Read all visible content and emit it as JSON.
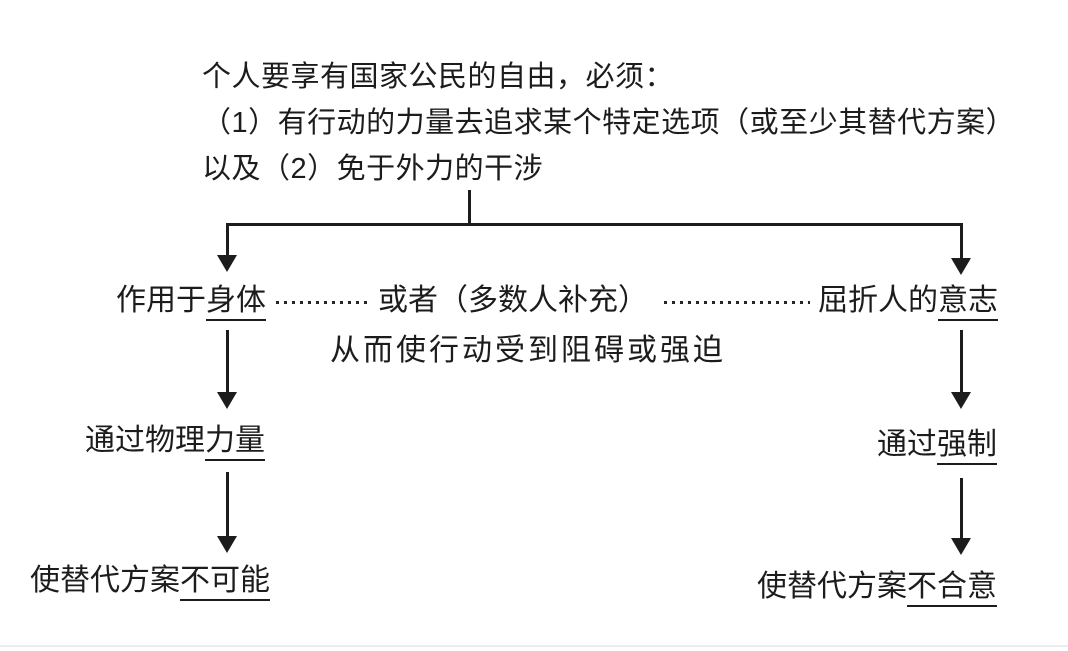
{
  "diagram": {
    "premise_lines": [
      "个人要享有国家公民的自由，必须：",
      "（1）有行动的力量去追求某个特定选项（或至少其替代方案）",
      "以及（2）免于外力的干涉"
    ],
    "branches": {
      "left": {
        "prefix": "作用于",
        "emphasis": "身体"
      },
      "or_label": "或者（多数人补充）",
      "right": {
        "prefix": "屈折人的",
        "emphasis": "意志"
      }
    },
    "caption": "从而使行动受到阻碍或强迫",
    "methods": {
      "left": {
        "prefix": "通过物理",
        "emphasis": "力量"
      },
      "right": {
        "prefix": "通过",
        "emphasis": "强制"
      }
    },
    "results": {
      "left": {
        "prefix": "使替代方案",
        "emphasis": "不可能"
      },
      "right": {
        "prefix": "使替代方案",
        "emphasis": "不合意"
      }
    },
    "colors": {
      "ink": "#1c1c1c",
      "background": "#ffffff"
    }
  }
}
